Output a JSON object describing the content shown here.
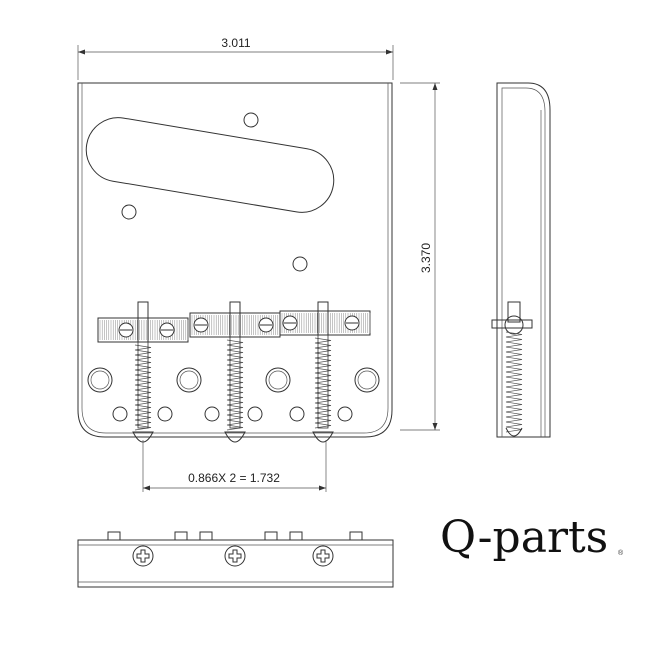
{
  "drawing": {
    "width_dimension": "3.011",
    "height_dimension": "3.370",
    "spacing_dimension": "0.866X 2 = 1.732"
  },
  "logo": {
    "brand": "Q-parts",
    "registered_mark": "®"
  }
}
